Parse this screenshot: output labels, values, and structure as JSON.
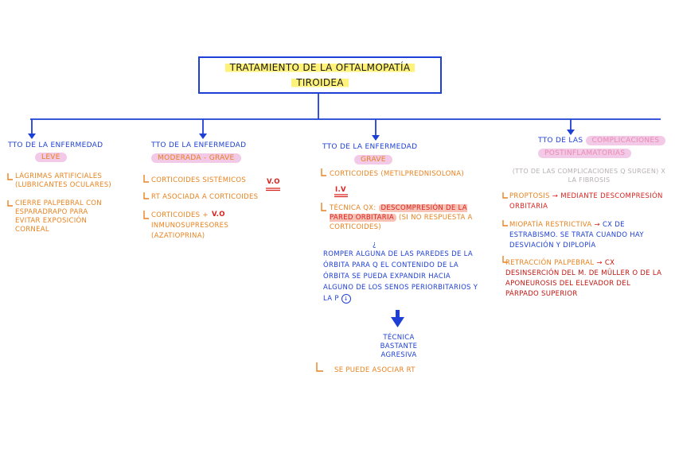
{
  "title": {
    "line1": "Tratamiento de la oftalmopatía",
    "line2": "tiroidea"
  },
  "columns": [
    {
      "heading": "TTO de la enfermedad",
      "severity": "leve",
      "items": [
        "lágrimas artificiales (lubricantes oculares)",
        "cierre palpebral con esparadrapo para evitar exposición corneal"
      ]
    },
    {
      "heading": "TTO de la enfermedad",
      "severity": "moderada - grave",
      "items": [
        "corticoides sistémicos",
        "RT asociada a corticoides",
        "corticoides + RT inmunosupresores (azatioprina)"
      ],
      "route_1": "V.O",
      "route_3": "V.O"
    },
    {
      "heading": "TTO de la enfermedad",
      "severity": "grave",
      "item1": "corticoides (metilprednisolona)",
      "route": "I.V",
      "tecnica_prefix": "técnica QX:",
      "tecnica_highlight": "descompresión de la pared orbitaria",
      "tecnica_note": "(si no respuesta a corticoides)",
      "question": "¿",
      "detail": "Romper alguna de las paredes de la órbita para q el contenido de la órbita se pueda expandir hacia alguno de los senos periorbitarios y la P",
      "detail_mark": "↓",
      "result": "técnica bastante agresiva",
      "last": "se puede asociar RT"
    },
    {
      "heading": "TTO de las",
      "heading_pink": "complicaciones",
      "heading_pink2": "postinflamatorias",
      "note": "(TTO de las complicaciones q surgen) x la fibrosis",
      "items": [
        {
          "label": "proptosis",
          "desc": "mediante descompresión orbitaria"
        },
        {
          "label": "miopatía restrictiva",
          "desc": "cx de estrabismo. se trata cuando hay desviación y diplopía"
        },
        {
          "label": "retracción palpebral",
          "desc": "cx desinserción del m. de Müller o de la aponeurosis del elevador del párpado superior"
        }
      ]
    }
  ]
}
